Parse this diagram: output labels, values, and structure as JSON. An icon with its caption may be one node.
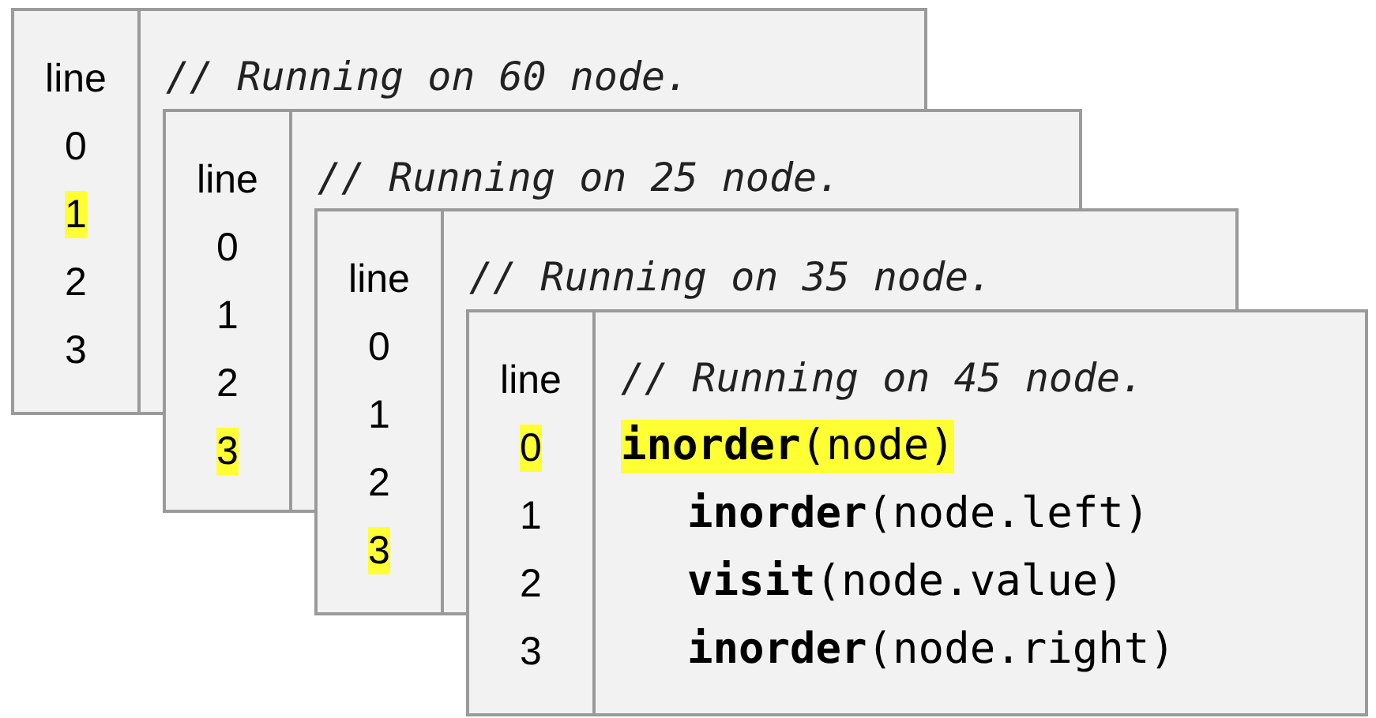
{
  "diagram": {
    "nodes": [
      {
        "text": [
          "line",
          "0",
          "1",
          "2",
          "3"
        ]
      },
      {
        "text": [
          "// Running on 60 node."
        ]
      },
      {
        "text": [
          "line",
          "0",
          "1",
          "2",
          "3"
        ]
      },
      {
        "text": [
          "// Running on 25 node."
        ]
      },
      {
        "text": [
          "line",
          "0",
          "1",
          "2",
          "3"
        ]
      },
      {
        "text": [
          "// Running on 35 node."
        ]
      },
      {
        "text": [
          "line",
          "0",
          "1",
          "2",
          "3"
        ]
      },
      {
        "text": [
          "// Running on 45 node.",
          "**inorder**(node)",
          "**inorder**(node.left)",
          "**visit**(node.value)",
          "**inorder**(node.right)"
        ]
      }
    ]
  }
}
